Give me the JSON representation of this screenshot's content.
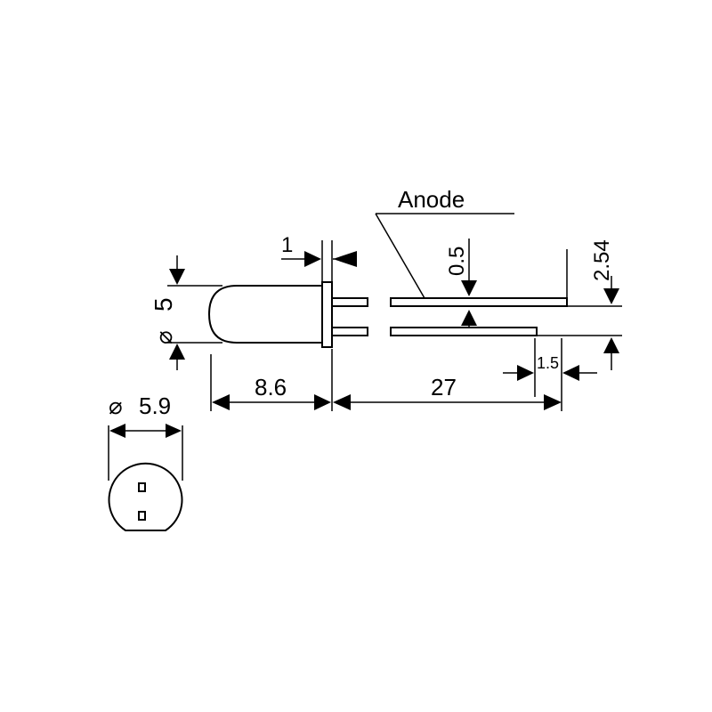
{
  "diagram": {
    "labels": {
      "anode": "Anode",
      "lead_width": "0.5",
      "lead_pitch": "2.54",
      "flange_thickness": "1",
      "body_diameter": "5",
      "body_diameter_symbol": "⌀",
      "body_length": "8.6",
      "lead_length": "27",
      "lead_offset": "1.5",
      "flange_diameter": "5.9",
      "flange_diameter_symbol": "⌀"
    }
  }
}
